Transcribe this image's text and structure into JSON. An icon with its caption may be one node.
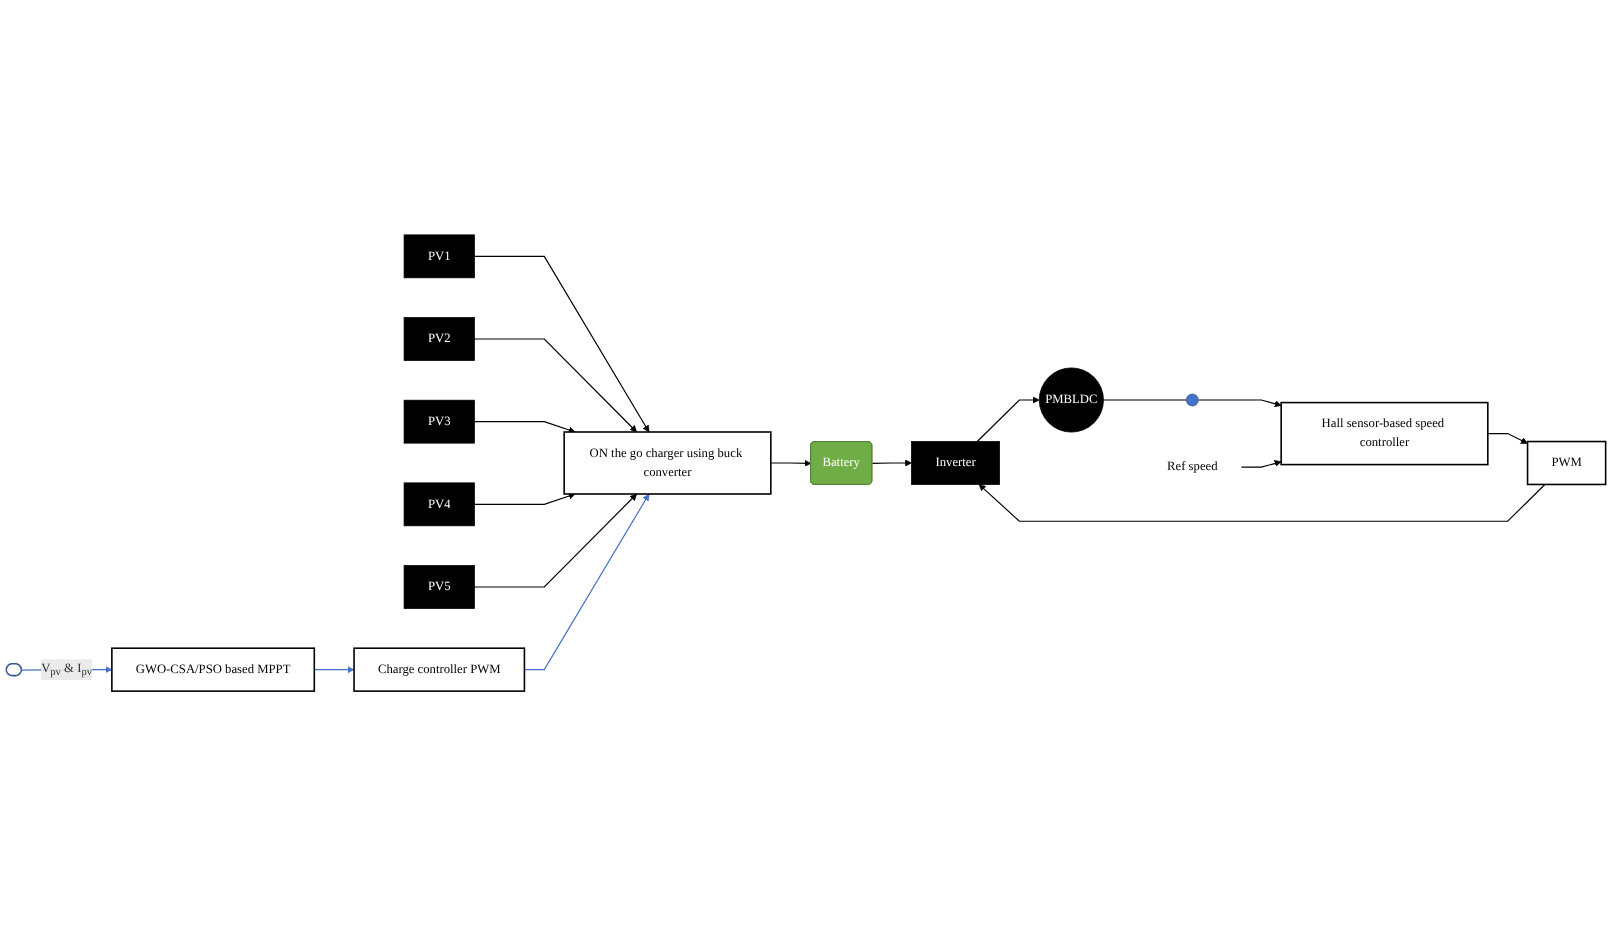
{
  "diagram": {
    "nodes": [
      {
        "text": [
          "PV1"
        ]
      },
      {
        "text": [
          "PV2"
        ]
      },
      {
        "text": [
          "PV3"
        ]
      },
      {
        "text": [
          "PV4"
        ]
      },
      {
        "text": [
          "PV5"
        ]
      },
      {
        "text": [
          "ON the go charger using buck converter"
        ]
      },
      {
        "text": [
          "Battery"
        ]
      },
      {
        "text": [
          "Inverter"
        ]
      },
      {
        "text": [
          "PMBLDC"
        ]
      },
      {
        "text": [],
        "shape": "circle"
      },
      {
        "text": [
          "Hall sensor-based speed controller"
        ]
      },
      {
        "text": [
          "PWM"
        ]
      },
      {
        "text": [],
        "shape": "ellipse"
      },
      {
        "text": [
          "GWO-CSA/PSO based MPPT"
        ]
      },
      {
        "text": [
          "Charge controller PWM"
        ]
      },
      {
        "text": [
          "Ref speed"
        ]
      }
    ],
    "edges": [
      {
        "from": 0,
        "to": 5,
        "arrow": "to"
      },
      {
        "from": 1,
        "to": 5,
        "arrow": "to"
      },
      {
        "from": 2,
        "to": 5,
        "arrow": "to"
      },
      {
        "from": 3,
        "to": 5,
        "arrow": "to"
      },
      {
        "from": 4,
        "to": 5,
        "arrow": "to"
      },
      {
        "from": 5,
        "to": 6,
        "arrow": "to"
      },
      {
        "from": 6,
        "to": 7,
        "arrow": "to"
      },
      {
        "from": 7,
        "to": 8,
        "arrow": "to"
      },
      {
        "from": 8,
        "to": 9,
        "arrow": "none"
      },
      {
        "from": 9,
        "to": 10,
        "arrow": "to"
      },
      {
        "from": 15,
        "to": 10,
        "arrow": "to"
      },
      {
        "from": 10,
        "to": 11,
        "arrow": "to"
      },
      {
        "from": 11,
        "to": 7,
        "arrow": "to"
      },
      {
        "from": 12,
        "to": 13,
        "arrow": "to",
        "label": "V$_{pv}$ & I$_{pv}$",
        "color": "#4472c4"
      },
      {
        "from": 13,
        "to": 14,
        "arrow": "to",
        "color": "#4472c4"
      },
      {
        "from": 14,
        "to": 5,
        "arrow": "to",
        "color": "#4472c4"
      }
    ]
  }
}
